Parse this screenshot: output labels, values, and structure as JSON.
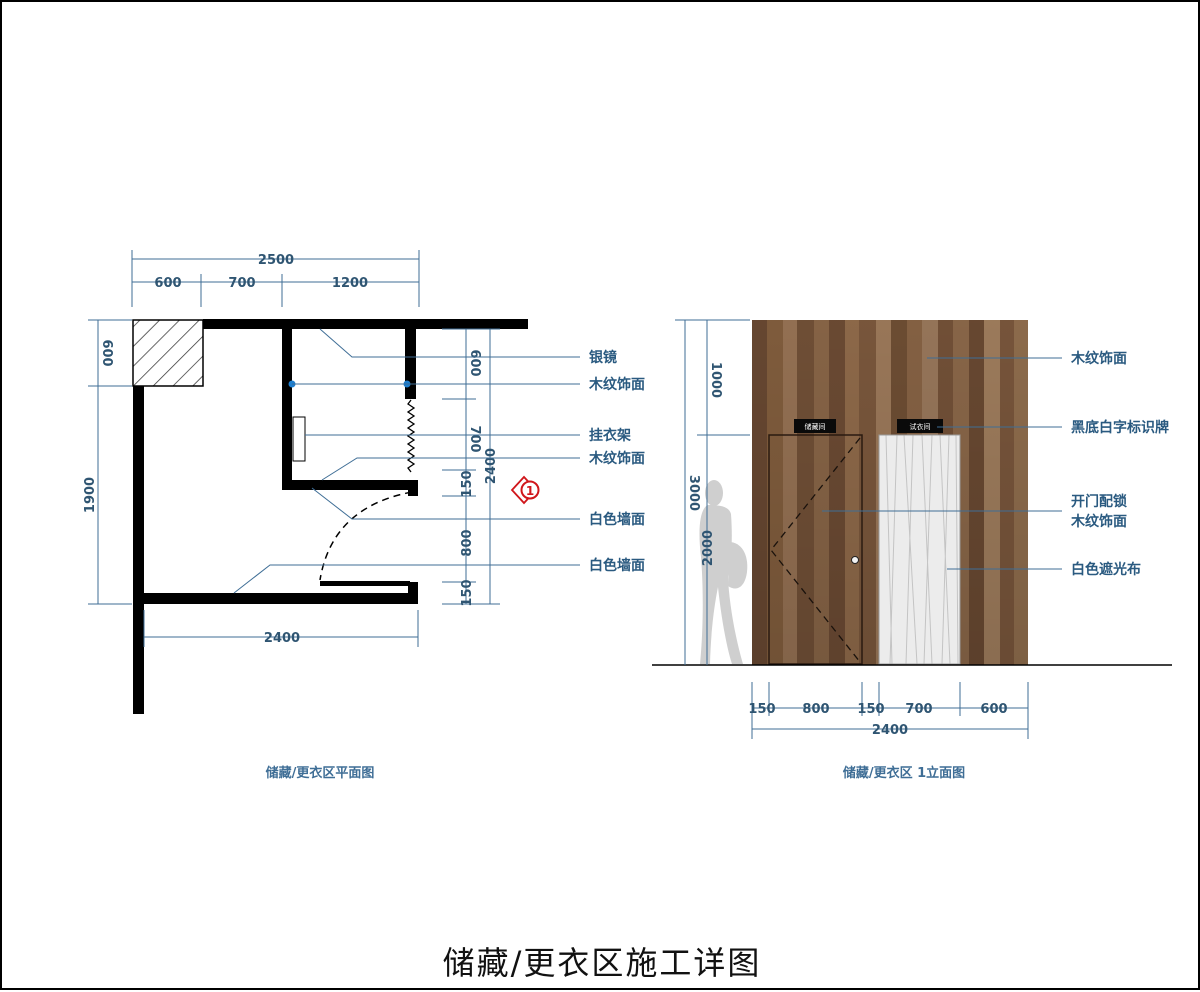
{
  "title": "储藏/更衣区施工详图",
  "plan": {
    "caption": "储藏/更衣区平面图",
    "dims": {
      "top_total": "2500",
      "top_a": "600",
      "top_b": "700",
      "top_c": "1200",
      "left_upper": "600",
      "left_lower": "1900",
      "bottom": "2400",
      "right_total": "2400",
      "right_600": "600",
      "right_700": "700",
      "right_150a": "150",
      "right_800": "800",
      "right_150b": "150"
    },
    "labels": [
      "银镜",
      "木纹饰面",
      "挂衣架",
      "木纹饰面",
      "白色墙面",
      "白色墙面"
    ],
    "section_marker": "1"
  },
  "elevation": {
    "caption": "储藏/更衣区 1立面图",
    "dims": {
      "left_1000": "1000",
      "left_2000": "2000",
      "left_total": "3000",
      "b_150a": "150",
      "b_800": "800",
      "b_150b": "150",
      "b_700": "700",
      "b_600": "600",
      "b_total": "2400"
    },
    "signs": [
      "储藏间",
      "试衣间"
    ],
    "labels": [
      "木纹饰面",
      "黑底白字标识牌",
      "开门配锁",
      "木纹饰面",
      "白色遮光布"
    ]
  },
  "colors": {
    "dimension": "#3f6e96",
    "wall": "#000000",
    "wood": "#7a563c",
    "curtain": "#ececec"
  }
}
